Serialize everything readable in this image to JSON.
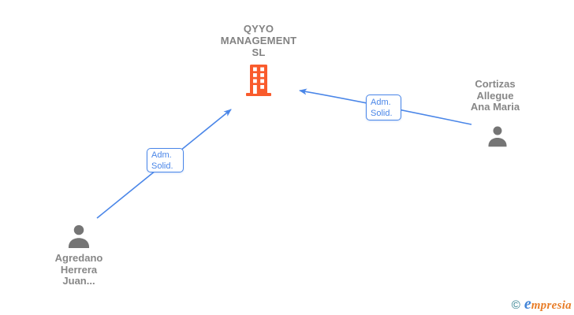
{
  "colors": {
    "arrow_blue": "#4a86e8",
    "building_orange": "#f95b2c",
    "person_gray": "#757575",
    "label_gray": "#828282",
    "watermark_teal": "#2b7d8c",
    "watermark_blue": "#4285d8",
    "watermark_orange": "#e87d28"
  },
  "company": {
    "icon": "building-icon",
    "name_line1": "QYYO",
    "name_line2": "MANAGEMENT",
    "name_line3": "SL"
  },
  "persons": [
    {
      "icon": "person-icon",
      "name_line1": "Agredano",
      "name_line2": "Herrera",
      "name_line3": "Juan..."
    },
    {
      "icon": "person-icon",
      "name_line1": "Cortizas",
      "name_line2": "Allegue",
      "name_line3": "Ana Maria"
    }
  ],
  "relations": [
    {
      "label_line1": "Adm.",
      "label_line2": "Solid."
    },
    {
      "label_line1": "Adm.",
      "label_line2": "Solid."
    }
  ],
  "watermark": {
    "copyright_symbol": "©",
    "brand_initial": "e",
    "brand_rest": "mpresia"
  }
}
